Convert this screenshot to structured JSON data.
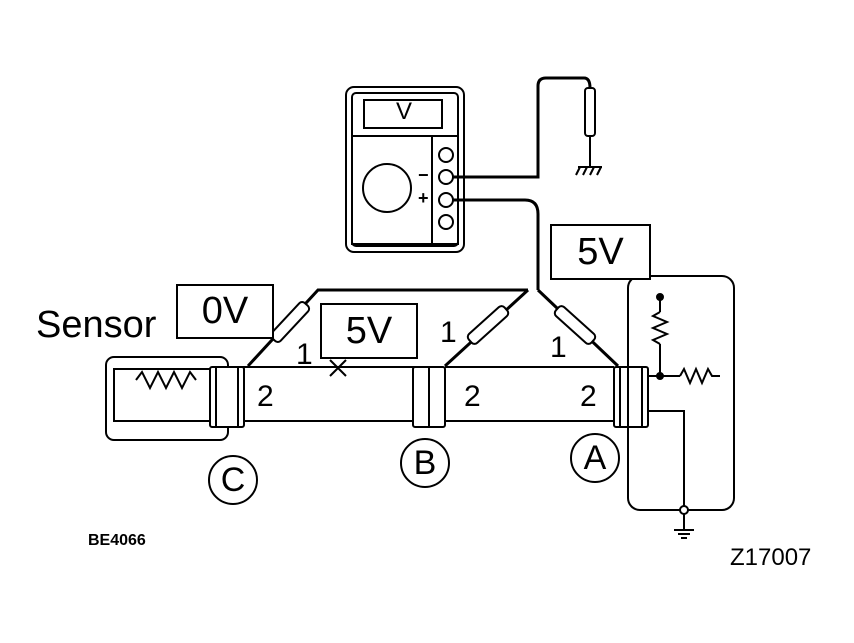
{
  "diagram": {
    "sensor_label": "Sensor",
    "voltage_sensor": "0V",
    "voltage_middle": "5V",
    "voltage_ecu": "5V",
    "meter_mode": "V",
    "meter_minus": "−",
    "meter_plus": "+",
    "connectors": {
      "a": "A",
      "b": "B",
      "c": "C"
    },
    "pins": {
      "p1": "1",
      "p2": "2"
    },
    "code_left": "BE4066",
    "code_right": "Z17007"
  },
  "icons": [
    "voltmeter-icon",
    "ground-icon",
    "probe-icon",
    "resistor-icon",
    "broken-wire-icon"
  ],
  "colors": {
    "ink": "#000000",
    "paper": "#ffffff"
  }
}
